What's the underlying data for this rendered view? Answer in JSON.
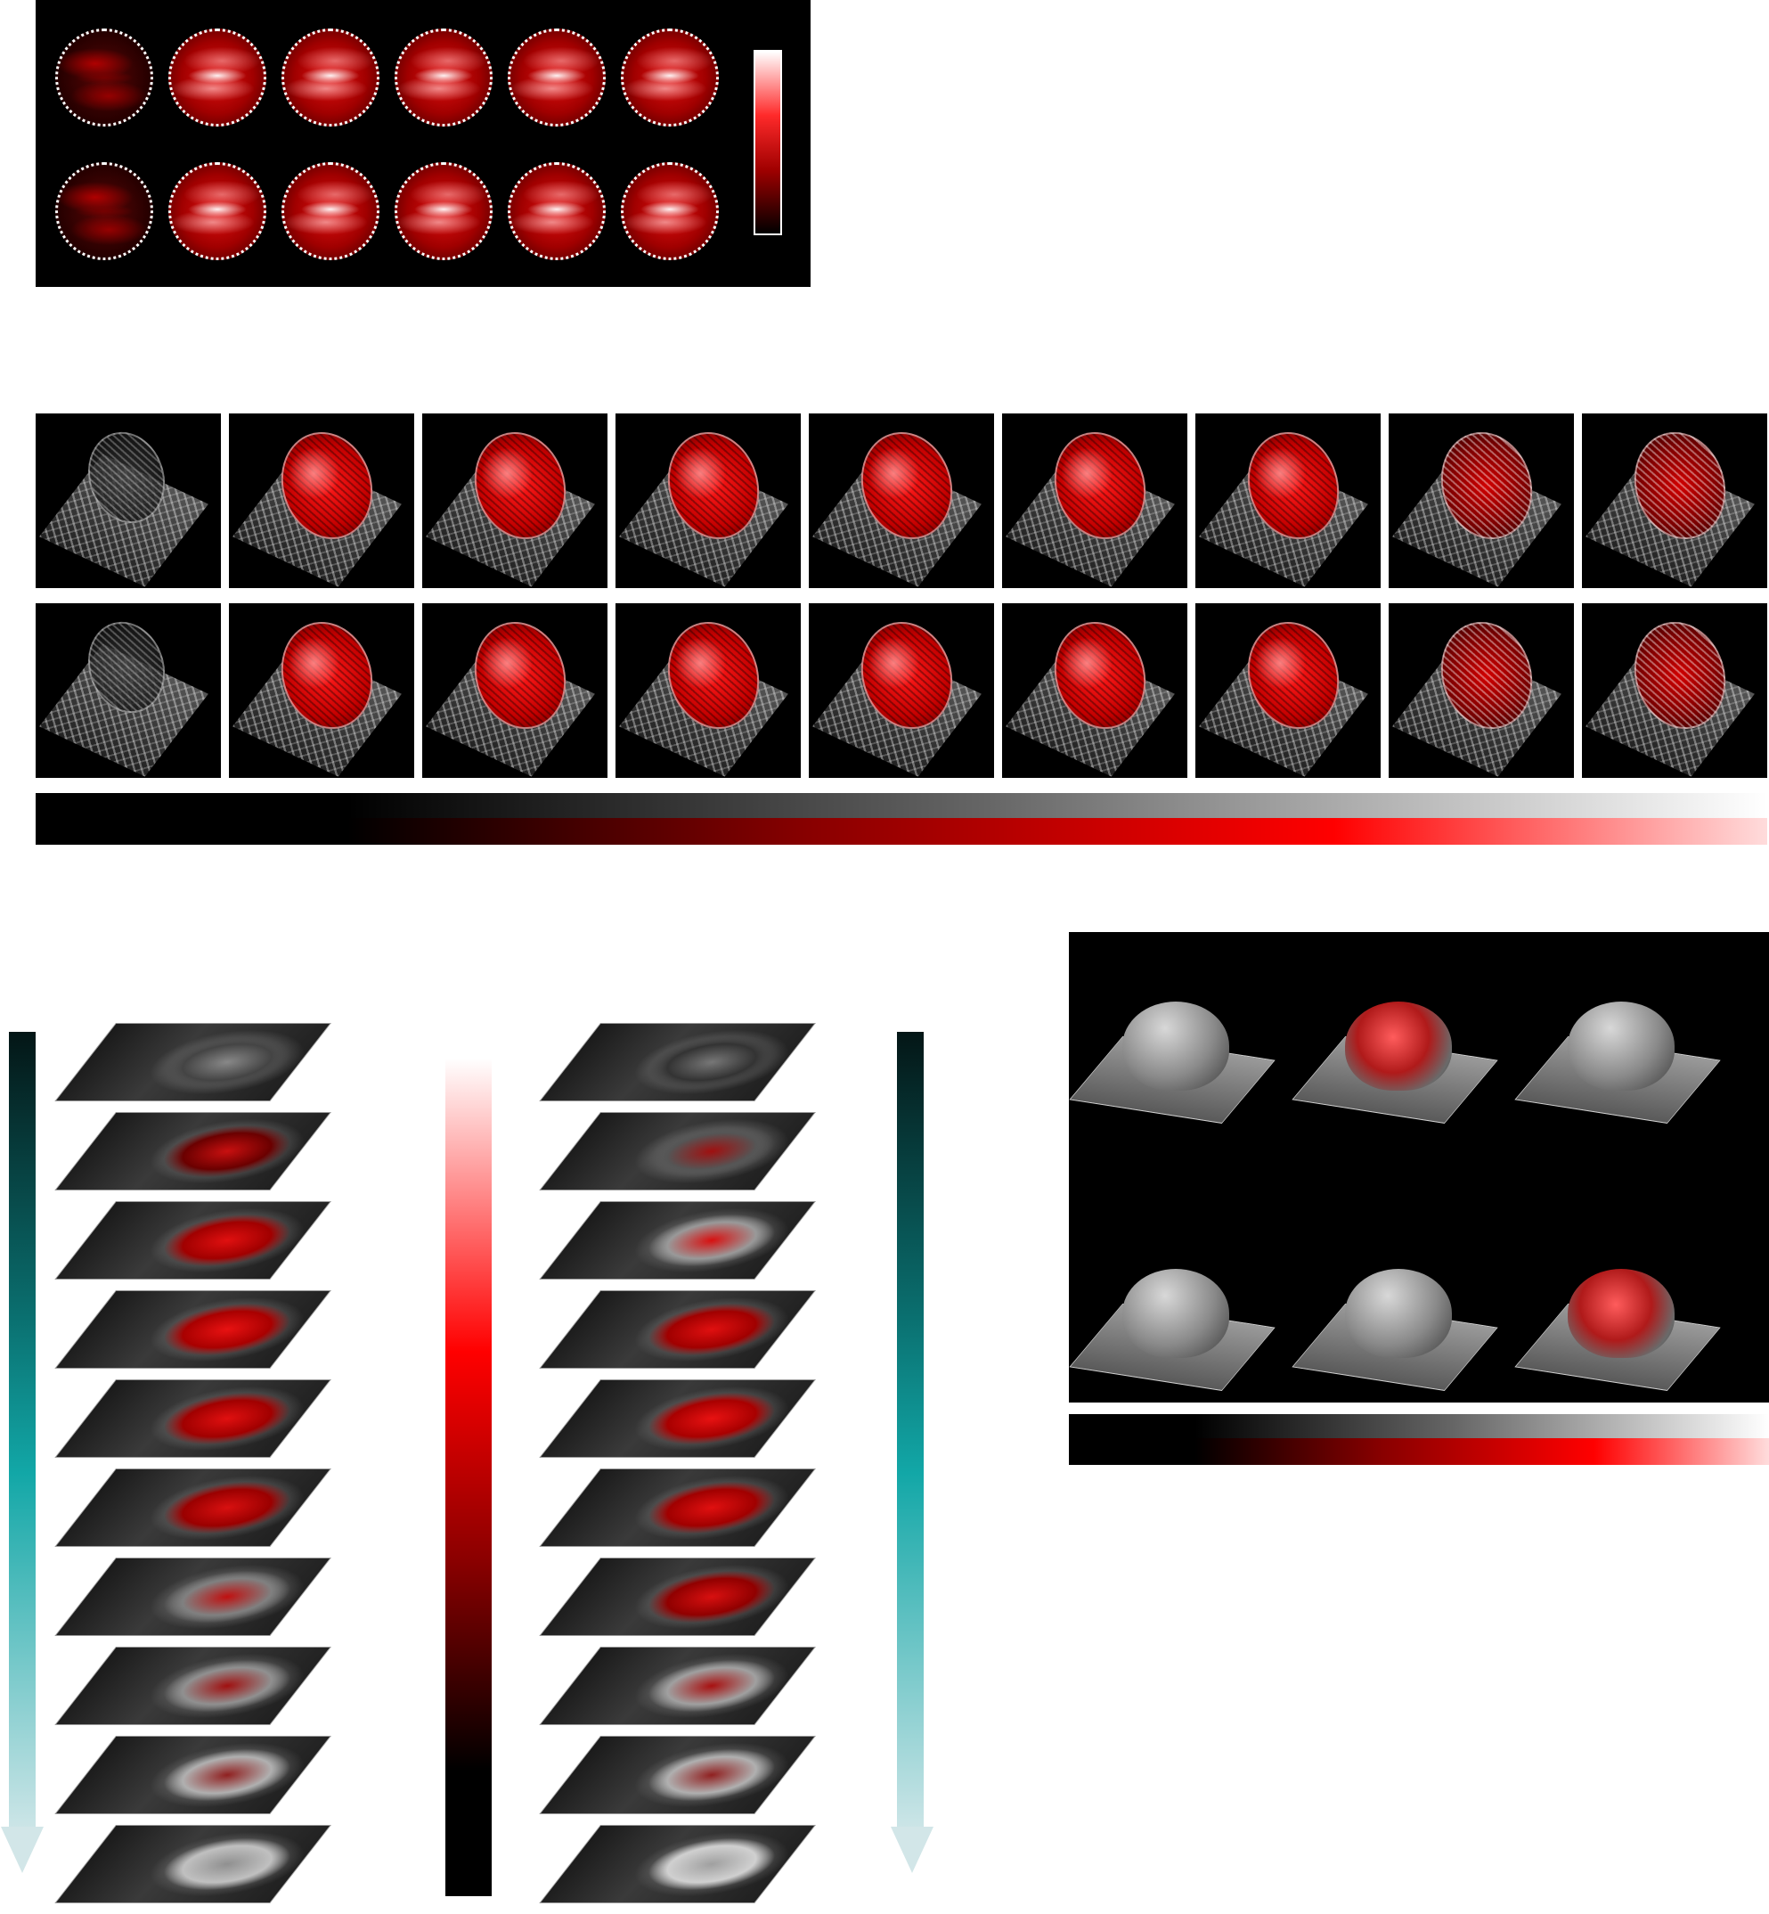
{
  "figure": {
    "panel_a": {
      "rows": 2,
      "columns": 6,
      "colorbar": "white-red-black"
    },
    "panel_b": {
      "rows": 2,
      "columns": 9,
      "colorbar": "grayscale-over-red"
    },
    "panel_c": {
      "stacks": 2,
      "slices_per_stack": 10,
      "colorbar": "white-red-black",
      "arrow_color": "#12a7a7"
    },
    "panel_d": {
      "rows": 2,
      "columns": 3,
      "colorbar": "grayscale-over-red"
    },
    "colors": {
      "background": "#000000",
      "red": "#ff0000",
      "teal": "#12a7a7"
    }
  }
}
